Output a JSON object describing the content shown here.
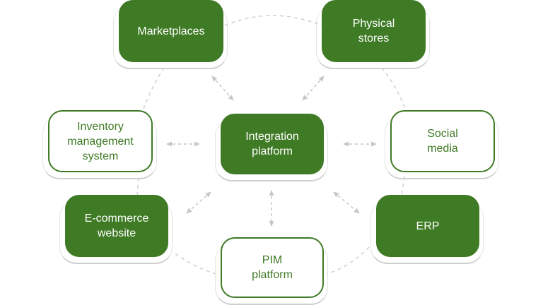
{
  "colors": {
    "green": "#3f7a25",
    "connector": "#c6c6c6"
  },
  "nodes": {
    "center": "Integration\nplatform",
    "marketplaces": "Marketplaces",
    "physical_stores": "Physical\nstores",
    "inventory": "Inventory\nmanagement\nsystem",
    "social_media": "Social\nmedia",
    "ecommerce": "E-commerce\nwebsite",
    "erp": "ERP",
    "pim": "PIM\nplatform"
  }
}
